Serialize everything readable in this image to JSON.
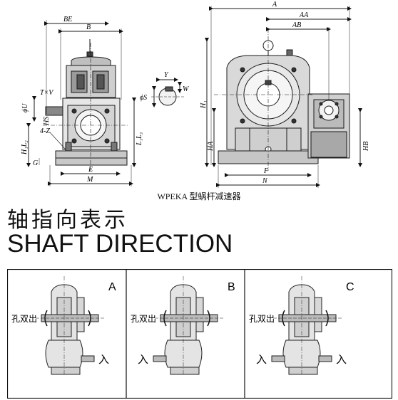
{
  "caption": "WPEKA 型蜗杆减速器",
  "title_cn": "轴指向表示",
  "title_en": "SHAFT DIRECTION",
  "dimension_labels": {
    "be": "BE",
    "b": "B",
    "tv": "T×V",
    "u": "ϕU",
    "hs": "HS",
    "h1l2": "H₁L₂",
    "z": "4-Z",
    "g": "G",
    "e": "E",
    "m": "M",
    "l1l3": "L₁L₃",
    "y": "Y",
    "w": "W",
    "s": "ϕS",
    "a": "A",
    "aa": "AA",
    "ab": "AB",
    "h1": "H₁",
    "ha": "HA",
    "hb": "HB",
    "f": "F",
    "n": "N"
  },
  "panels": [
    {
      "letter": "A",
      "out_label": "孔双出",
      "in_label": "入"
    },
    {
      "letter": "B",
      "out_label": "孔双出",
      "in_label": "入"
    },
    {
      "letter": "C",
      "out_label": "孔双出",
      "in_label": "入"
    }
  ],
  "colors": {
    "ink": "#1a1a1a",
    "fill": "#d8d8d8",
    "dark": "#555555"
  }
}
